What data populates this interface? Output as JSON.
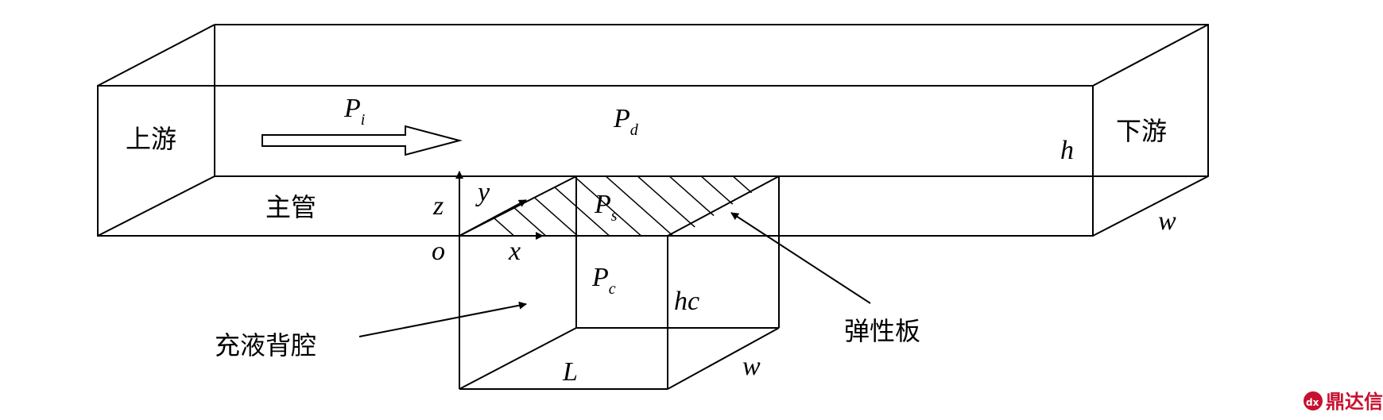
{
  "labels": {
    "upstream": "上游",
    "downstream": "下游",
    "main_pipe": "主管",
    "cavity": "充液背腔",
    "plate": "弹性板",
    "pi": "P",
    "pi_sub": "i",
    "pd": "P",
    "pd_sub": "d",
    "ps": "P",
    "ps_sub": "s",
    "pc": "P",
    "pc_sub": "c",
    "h": "h",
    "w_pipe": "w",
    "w_cavity": "w",
    "hc": "hc",
    "L": "L",
    "x": "x",
    "y": "y",
    "z": "z",
    "o": "o"
  },
  "watermark": {
    "text": "鼎达信",
    "color": "#c8102e"
  }
}
